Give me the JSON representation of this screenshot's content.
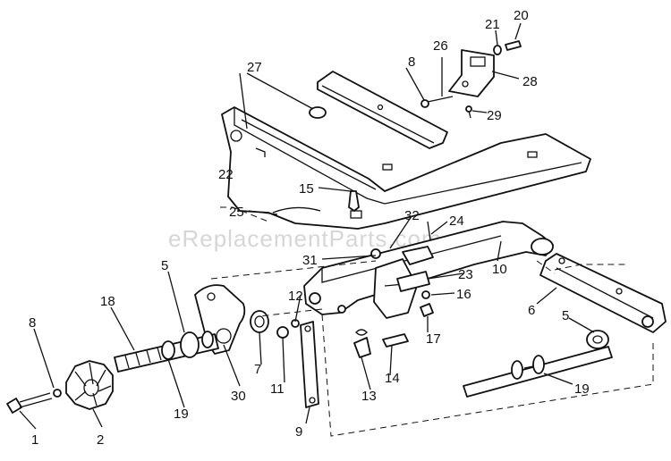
{
  "watermark": "eReplacementParts.com",
  "callouts": {
    "c1": "1",
    "c2": "2",
    "c5a": "5",
    "c5b": "5",
    "c6": "6",
    "c7": "7",
    "c8a": "8",
    "c8b": "8",
    "c9": "9",
    "c10": "10",
    "c11": "11",
    "c12": "12",
    "c13": "13",
    "c14": "14",
    "c15": "15",
    "c16": "16",
    "c17": "17",
    "c18": "18",
    "c19a": "19",
    "c19b": "19",
    "c20": "20",
    "c21": "21",
    "c22": "22",
    "c23": "23",
    "c24": "24",
    "c25": "25",
    "c26": "26",
    "c27": "27",
    "c28": "28",
    "c29": "29",
    "c30": "30",
    "c31": "31",
    "c32": "32"
  }
}
